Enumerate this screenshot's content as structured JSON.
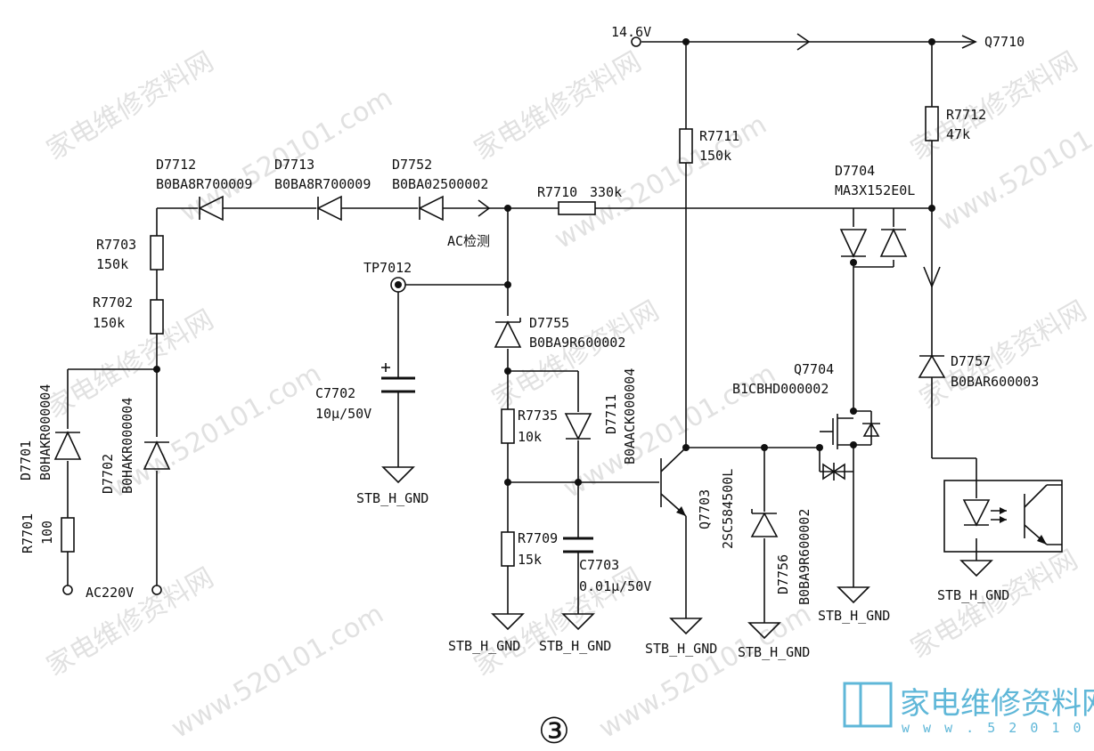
{
  "schematic": {
    "rails": {
      "supply": "14.6V",
      "q7710_output": "Q7710",
      "ac_input": "AC220V",
      "ac_detect": "AC检测",
      "ground": "STB_H_GND"
    },
    "components": [
      {
        "ref": "D7712",
        "part": "B0BA8R700009"
      },
      {
        "ref": "D7713",
        "part": "B0BA8R700009"
      },
      {
        "ref": "D7752",
        "part": "B0BA02500002"
      },
      {
        "ref": "R7710",
        "value": "330k"
      },
      {
        "ref": "R7711",
        "value": "150k"
      },
      {
        "ref": "R7712",
        "value": "47k"
      },
      {
        "ref": "D7704",
        "part": "MA3X152E0L"
      },
      {
        "ref": "R7703",
        "value": "150k"
      },
      {
        "ref": "R7702",
        "value": "150k"
      },
      {
        "ref": "TP7012"
      },
      {
        "ref": "D7755",
        "part": "B0BA9R600002"
      },
      {
        "ref": "D7711",
        "part": "B0AACK000004"
      },
      {
        "ref": "C7702",
        "value": "10μ/50V"
      },
      {
        "ref": "R7735",
        "value": "10k"
      },
      {
        "ref": "Q7704",
        "part": "B1CBHD000002"
      },
      {
        "ref": "D7757",
        "part": "B0BAR600003"
      },
      {
        "ref": "D7701",
        "part": "B0HAKR000004"
      },
      {
        "ref": "D7702",
        "part": "B0HAKR000004"
      },
      {
        "ref": "R7701",
        "value": "100"
      },
      {
        "ref": "Q7703",
        "part": "2SC584500L"
      },
      {
        "ref": "D7756",
        "part": "B0BA9R600002"
      },
      {
        "ref": "R7709",
        "value": "15k"
      },
      {
        "ref": "C7703",
        "value": "0.01μ/50V"
      }
    ],
    "figure_number": "③"
  },
  "watermark": {
    "text_cn": "家电维修资料网",
    "text_url": "www.520101.com",
    "logo_name": "家电维修资料网",
    "logo_url": "w w w . 5 2 0 1 0 1 . c o m",
    "logo_color": "#5fb7d8"
  }
}
